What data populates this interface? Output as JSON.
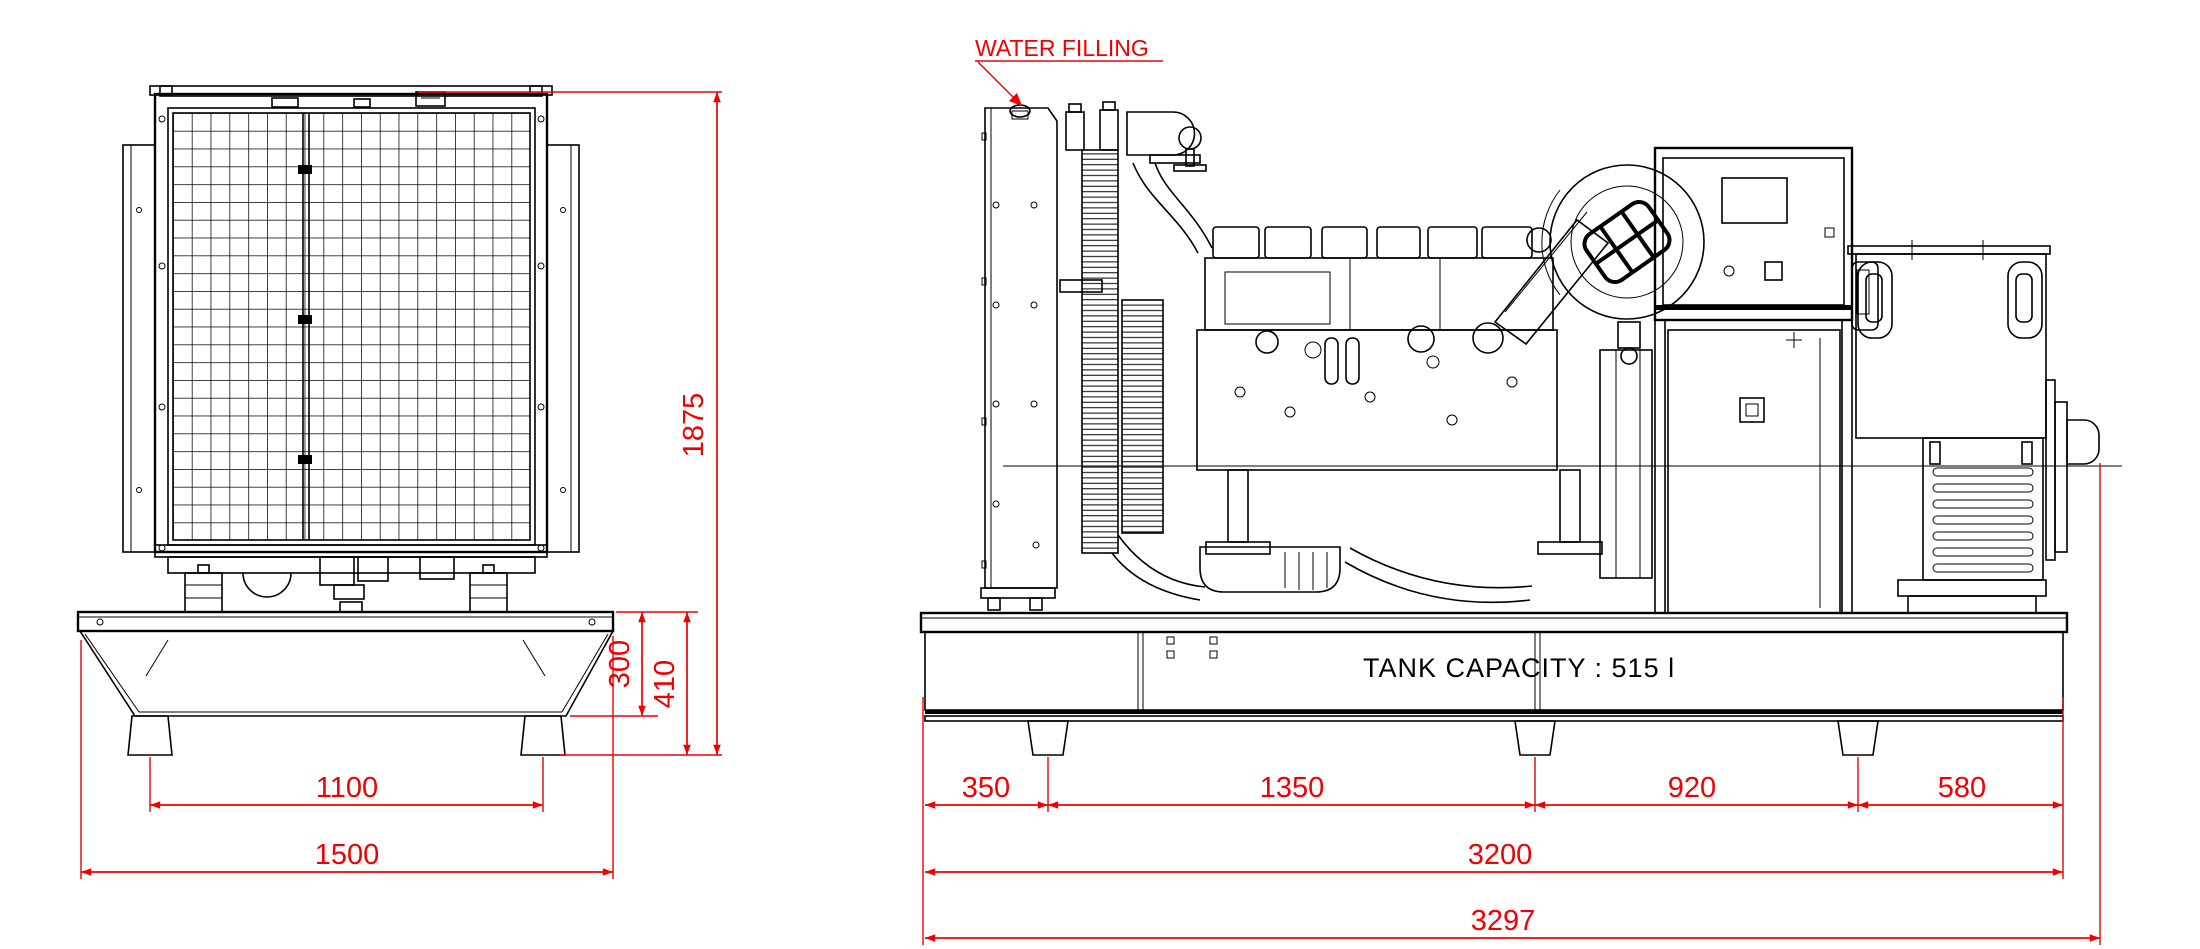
{
  "drawing": {
    "type": "generator-set technical drawing, front and side elevation",
    "colors": {
      "line": "#000000",
      "dimension": "#f00000",
      "background": "#ffffff"
    },
    "labels": {
      "water_filling": "WATER FILLING",
      "tank_capacity": "TANK CAPACITY : 515 l"
    },
    "front_view": {
      "dimensions": {
        "overall_height": "1875",
        "tank_height": "300",
        "base_height": "410",
        "feet_spacing": "1100",
        "overall_width": "1500"
      }
    },
    "side_view": {
      "dimensions": {
        "front_foot_offset": "350",
        "foot_spacing_front": "1350",
        "foot_spacing_rear": "920",
        "rear_foot_offset": "580",
        "skid_length": "3200",
        "overall_length": "3297"
      }
    }
  }
}
